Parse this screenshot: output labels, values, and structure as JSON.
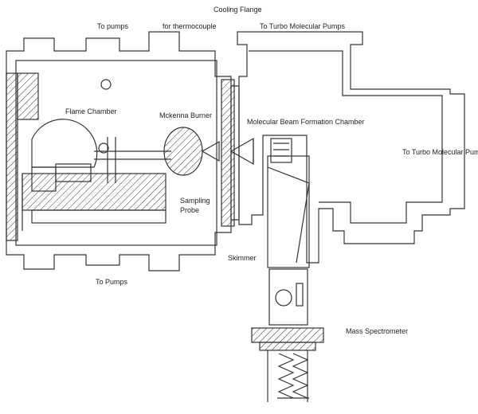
{
  "labels": {
    "cooling_flange": "Cooling Flange",
    "to_pumps_top": "To pumps",
    "for_thermocouple": "for thermocouple",
    "to_turbo_top": "To Turbo Molecular Pumps",
    "flame_chamber": "Flame Chamber",
    "mckenna_burner": "Mckenna Burner",
    "molecular_beam": "Molecular Beam Formation Chamber",
    "to_turbo_right": "To Turbo Molecular Pumps",
    "sampling_probe_1": "Sampling",
    "sampling_probe_2": "Probe",
    "skimmer": "Skimmer",
    "to_pumps_bottom": "To Pumps",
    "mass_spectrometer": "Mass Spectrometer"
  }
}
